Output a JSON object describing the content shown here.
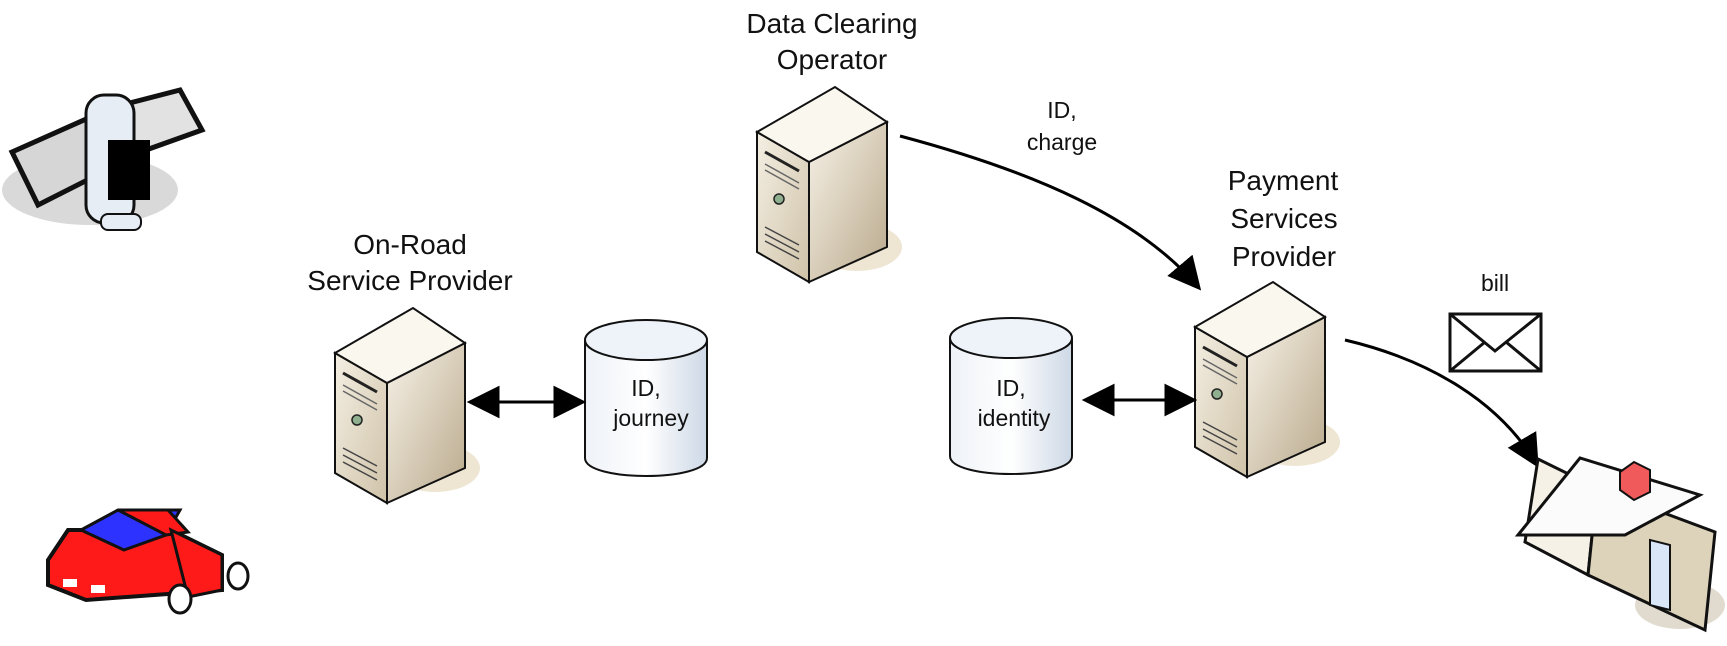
{
  "labels": {
    "data_clearing_operator_line1": "Data Clearing",
    "data_clearing_operator_line2": "Operator",
    "on_road_line1": "On-Road",
    "on_road_line2": "Service Provider",
    "payment_line1": "Payment",
    "payment_line2": "Services",
    "payment_line3": "Provider",
    "flow_top_line1": "ID,",
    "flow_top_line2": "charge",
    "bill": "bill",
    "db_journey_line1": "ID,",
    "db_journey_line2": "journey",
    "db_identity_line1": "ID,",
    "db_identity_line2": "identity"
  },
  "icons": {
    "satellite": "satellite-icon",
    "car": "car-icon",
    "server_clearing": "server-icon",
    "server_on_road": "server-icon",
    "server_payment": "server-icon",
    "database_journey": "database-icon",
    "database_identity": "database-icon",
    "envelope": "envelope-icon",
    "house": "house-icon"
  },
  "colors": {
    "server_front": "#e6dcc7",
    "server_side": "#c6b79b",
    "server_top": "#f7f3ea",
    "database_body": "#dfe8f3",
    "car_red": "#ff1a1a",
    "car_blue": "#2d32ff",
    "arrow": "#000000"
  }
}
